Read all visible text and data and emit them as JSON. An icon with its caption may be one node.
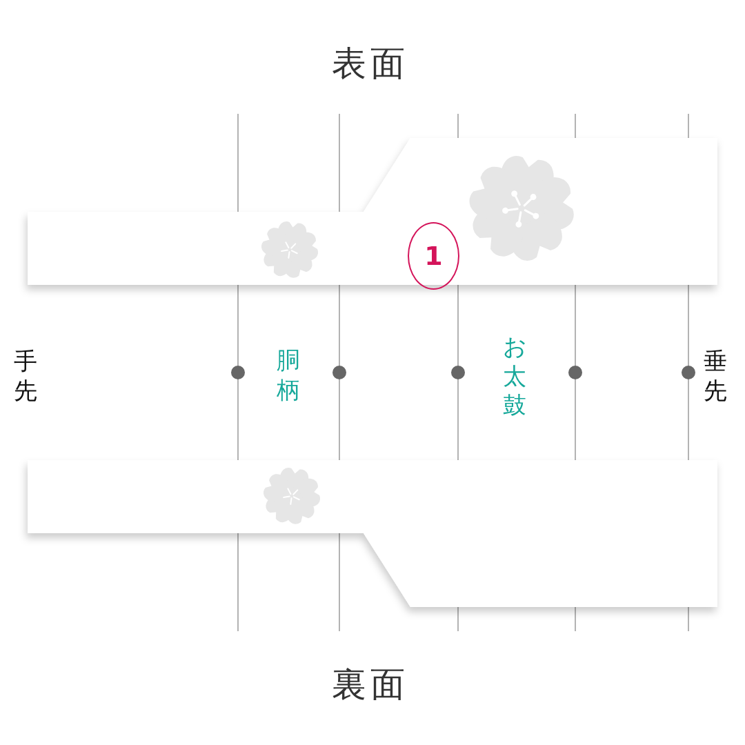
{
  "diagram": {
    "nodes": [
      {
        "text": [
          "1"
        ]
      }
    ],
    "edges": [],
    "labels": [
      "表面",
      "手先",
      "胴柄",
      "お太鼓",
      "垂先",
      "裏面"
    ]
  }
}
